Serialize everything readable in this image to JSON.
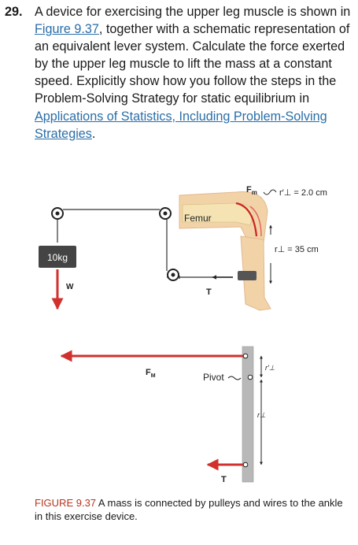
{
  "problem": {
    "number": "29.",
    "text_before": "A device for exercising the upper leg muscle is shown in ",
    "figure_link": "Figure 9.37",
    "text_middle": ", together with a schematic representation of an equivalent lever system. Calculate the force exerted by the upper leg muscle to lift the mass at a constant speed. Explicitly show how you follow the steps in the Problem-Solving Strategy for static equilibrium in ",
    "section_link": "Applications of Statistics, Including Problem-Solving Strategies",
    "text_after": "."
  },
  "figure": {
    "mass_label": "10kg",
    "weight_label": "W",
    "femur_label": "Femur",
    "tension_label": "T",
    "fm_label": "F",
    "fm_sub": "m",
    "r_perp_prime_label": "r′⊥ = 2.0 cm",
    "r_perp_label": "r⊥ = 35 cm",
    "fM_label": "F",
    "fM_sub": "M",
    "pivot_label": "Pivot",
    "lever_r_prime": "r′⊥",
    "lever_r": "r⊥",
    "lever_tension": "T",
    "colors": {
      "force_arrow": "#d0312d",
      "mass_block": "#444444",
      "bar_gray": "#b8b8b8",
      "leg_skin": "#f2d3a8",
      "femur_bone": "#f6e3b4"
    }
  },
  "caption": {
    "label": "FIGURE 9.37",
    "text": " A mass is connected by pulleys and wires to the ankle in this exercise device."
  }
}
